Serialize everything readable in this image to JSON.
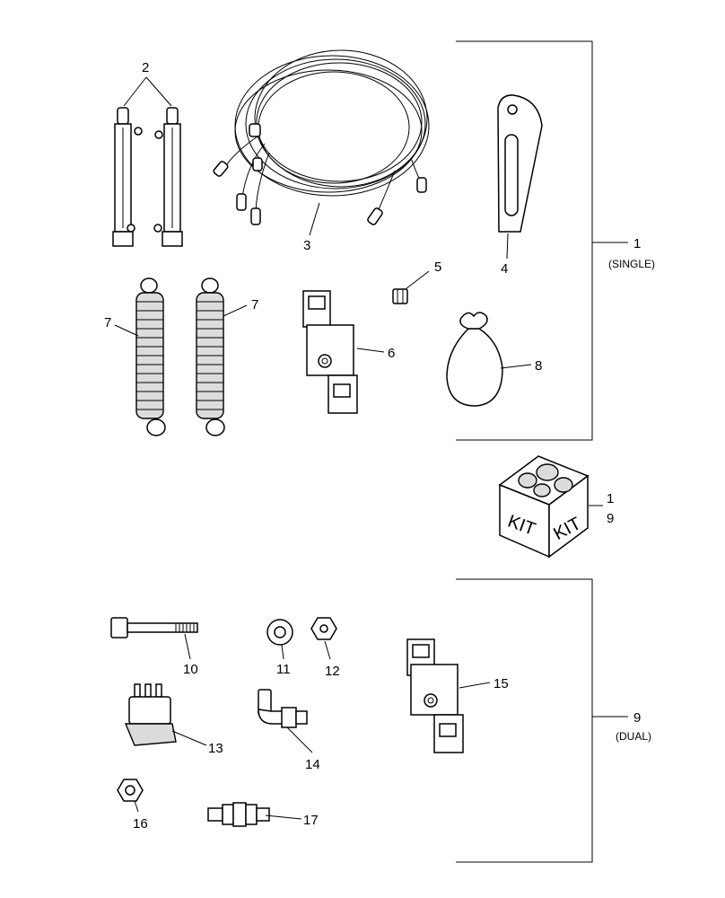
{
  "callouts": {
    "c1_single": "1",
    "single_note": "(SINGLE)",
    "c2": "2",
    "c3": "3",
    "c4": "4",
    "c5": "5",
    "c6": "6",
    "c7_left": "7",
    "c7_right": "7",
    "c8": "8",
    "kit_1": "1",
    "kit_9": "9",
    "c9_dual": "9",
    "dual_note": "(DUAL)",
    "c10": "10",
    "c11": "11",
    "c12": "12",
    "c13": "13",
    "c14": "14",
    "c15": "15",
    "c16": "16",
    "c17": "17"
  },
  "kit_box": {
    "left_text": "KIT",
    "right_text": "KIT"
  }
}
